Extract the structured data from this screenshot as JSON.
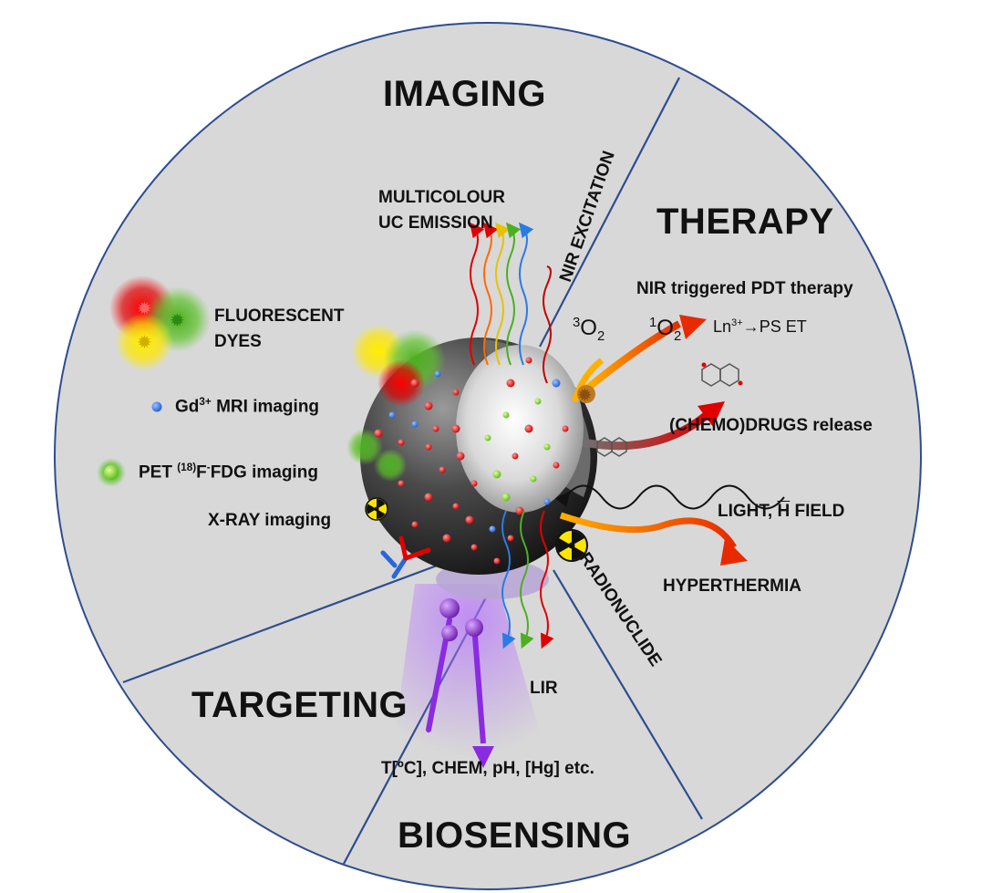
{
  "sections": {
    "imaging": "IMAGING",
    "therapy": "THERAPY",
    "targeting": "TARGETING",
    "biosensing": "BIOSENSING"
  },
  "labels": {
    "multicolour": "MULTICOLOUR",
    "uc_emission": "UC EMISSION",
    "nir_excitation": "NIR EXCITATION",
    "fluorescent": "FLUORESCENT",
    "dyes": "DYES",
    "gd_prefix": "Gd",
    "gd_sup": "3+",
    "gd_suffix": " MRI imaging",
    "pet_prefix": "PET ",
    "pet_sup": "(18)",
    "pet_f": "F",
    "pet_minus": "-",
    "pet_suffix": "FDG imaging",
    "xray": "X-RAY imaging",
    "nir_pdt": "NIR triggered PDT therapy",
    "o2_triplet_sup": "3",
    "o2_triplet": "O",
    "o2_sub": "2",
    "o2_singlet_sup": "1",
    "o2_singlet": "O",
    "ln_prefix": "Ln",
    "ln_sup": "3+",
    "ln_arrow": "→PS   ET",
    "chemo": "(CHEMO)DRUGS release",
    "light": "LIGHT, ",
    "h_field": "H",
    "field": " FIELD",
    "hyperthermia": "HYPERTHERMIA",
    "radionuclide": "RADIONUCLIDE",
    "lir": "LIR",
    "sensing": "T[ºC], CHEM, pH, [Hg] etc."
  },
  "colors": {
    "disc": "#d8d8d8",
    "divider": "#2e4d8f",
    "sphere": "#3a3a3a",
    "violet": "#8a2be2"
  }
}
